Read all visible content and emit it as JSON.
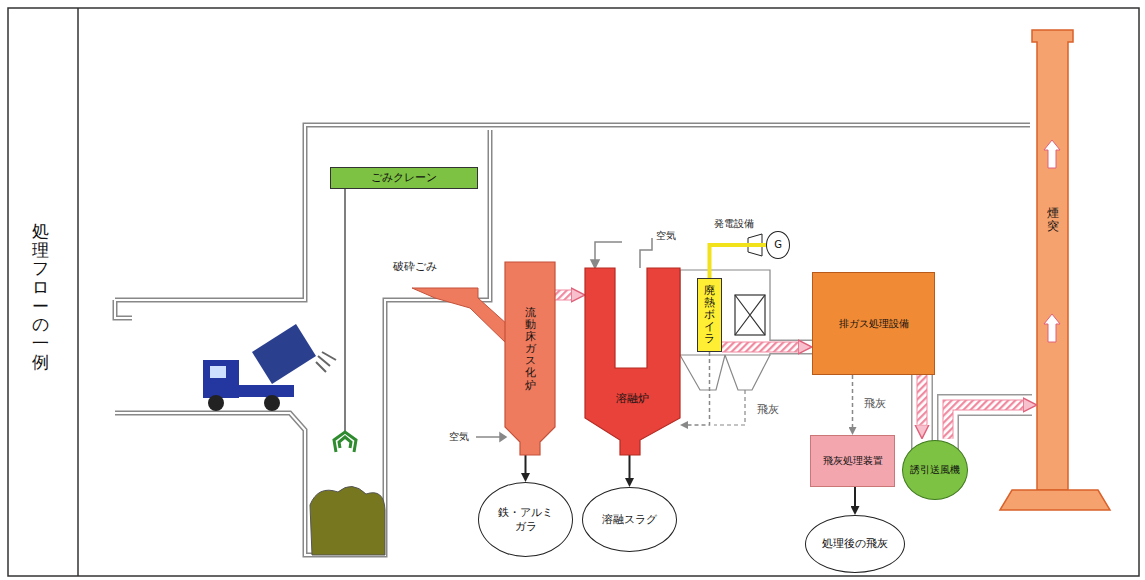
{
  "diagram": {
    "title": "処理フローの一例",
    "nodes": [
      {
        "text": [
          "ごみクレーン"
        ]
      },
      {
        "text": [
          "流動床ガス化炉"
        ]
      },
      {
        "text": [
          "溶融炉"
        ]
      },
      {
        "text": [
          "G"
        ]
      },
      {
        "text": [
          "廃熱ボイラ"
        ]
      },
      {
        "text": [
          "排ガス処理設備"
        ]
      },
      {
        "text": [
          "飛灰処理装置"
        ]
      },
      {
        "text": [
          "誘引送風機"
        ]
      },
      {
        "text": [
          "煙突"
        ]
      },
      {
        "text": [
          "鉄・アルミ ガラ"
        ]
      },
      {
        "text": [
          "溶融スラグ"
        ]
      },
      {
        "text": [
          "処理後の飛灰"
        ]
      }
    ],
    "edges": [
      {
        "from": 1,
        "to": 2,
        "arrow": "to"
      },
      {
        "from": 1,
        "to": 9,
        "arrow": "to"
      },
      {
        "from": 2,
        "to": 10,
        "arrow": "to"
      },
      {
        "from": 4,
        "to": 3,
        "arrow": "none"
      },
      {
        "from": 4,
        "to": 5,
        "arrow": "to"
      },
      {
        "from": 4,
        "to": 2,
        "label": "飛灰",
        "arrow": "to"
      },
      {
        "from": 5,
        "to": 6,
        "label": "飛灰",
        "arrow": "to"
      },
      {
        "from": 6,
        "to": 11,
        "arrow": "to"
      },
      {
        "from": 5,
        "to": 7,
        "arrow": "to"
      },
      {
        "from": 7,
        "to": 8,
        "arrow": "to"
      }
    ],
    "labels": [
      "破砕ごみ",
      "空気",
      "空気",
      "発電設備"
    ]
  }
}
